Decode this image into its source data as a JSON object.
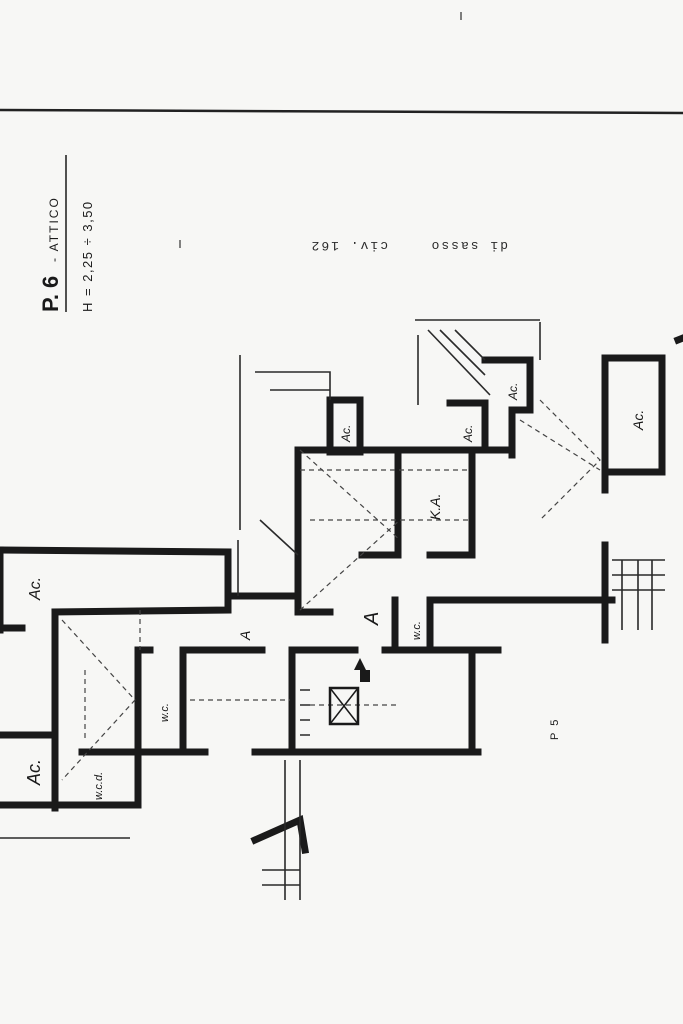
{
  "header": {
    "floor_code": "P. 6",
    "floor_name": "- ATTICO",
    "height": "H = 2,25 ÷ 3,50",
    "address_street": "di sasso",
    "address_civ": "civ. 162"
  },
  "rooms": {
    "ac_large_top": "Ac.",
    "ac_large_bottom": "Ac.",
    "ac_small_1": "Ac.",
    "ac_small_2": "Ac.",
    "ac_small_3": "Ac.",
    "ac_right": "Ac.",
    "kitchen": "K.A.",
    "wc_1": "w.c.",
    "wc_2": "w.c.",
    "wcd": "w.c.d.",
    "entrance": "A",
    "entrance_2": "A"
  },
  "misc": {
    "section_mark": "P 5"
  },
  "colors": {
    "paper": "#f7f7f5",
    "ink": "#1a1a1a"
  }
}
